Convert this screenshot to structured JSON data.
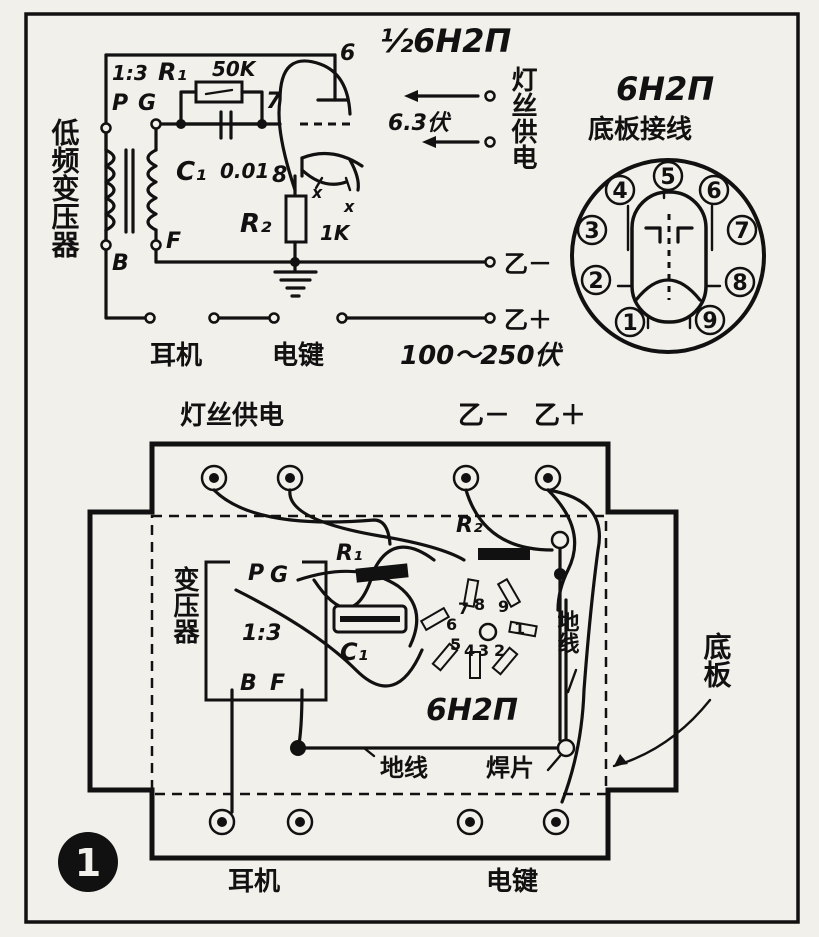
{
  "schematic": {
    "tube_half": "½6H2П",
    "ratio": "1:3",
    "r1_name": "R₁",
    "r1_value": "50K",
    "c1_name": "C₁",
    "c1_value": "0.01",
    "r2_name": "R₂",
    "r2_value": "1K",
    "pin6": "6",
    "pin7": "7",
    "pin8": "8",
    "heater_mark_1": "x",
    "heater_mark_2": "x",
    "term_p": "P",
    "term_g": "G",
    "term_b": "B",
    "term_f": "F",
    "transformer_label": "低频变压器",
    "filament_label": "灯丝供电",
    "filament_voltage": "6.3伏",
    "b_minus": "乙－",
    "b_plus": "乙＋",
    "earphone": "耳机",
    "key": "电键",
    "voltage_range": "100～250伏"
  },
  "pinout": {
    "title": "6H2П",
    "subtitle": "底板接线",
    "pins": [
      "1",
      "2",
      "3",
      "4",
      "5",
      "6",
      "7",
      "8",
      "9"
    ]
  },
  "layout": {
    "filament_label": "灯丝供电",
    "b_minus": "乙－",
    "b_plus": "乙＋",
    "transformer_label": "变压器",
    "term_p": "P",
    "term_g": "G",
    "term_b": "B",
    "term_f": "F",
    "ratio": "1:3",
    "r1_name": "R₁",
    "r2_name": "R₂",
    "c1_name": "C₁",
    "tube_model": "6H2П",
    "socket_pins": [
      "1",
      "2",
      "3",
      "4",
      "5",
      "6",
      "7",
      "8",
      "9"
    ],
    "ground_wire_1": "地线",
    "ground_wire_2": "地线",
    "solder_lug": "焊片",
    "chassis_label": "底板",
    "earphone": "耳机",
    "key": "电键",
    "figure_number": "1"
  }
}
